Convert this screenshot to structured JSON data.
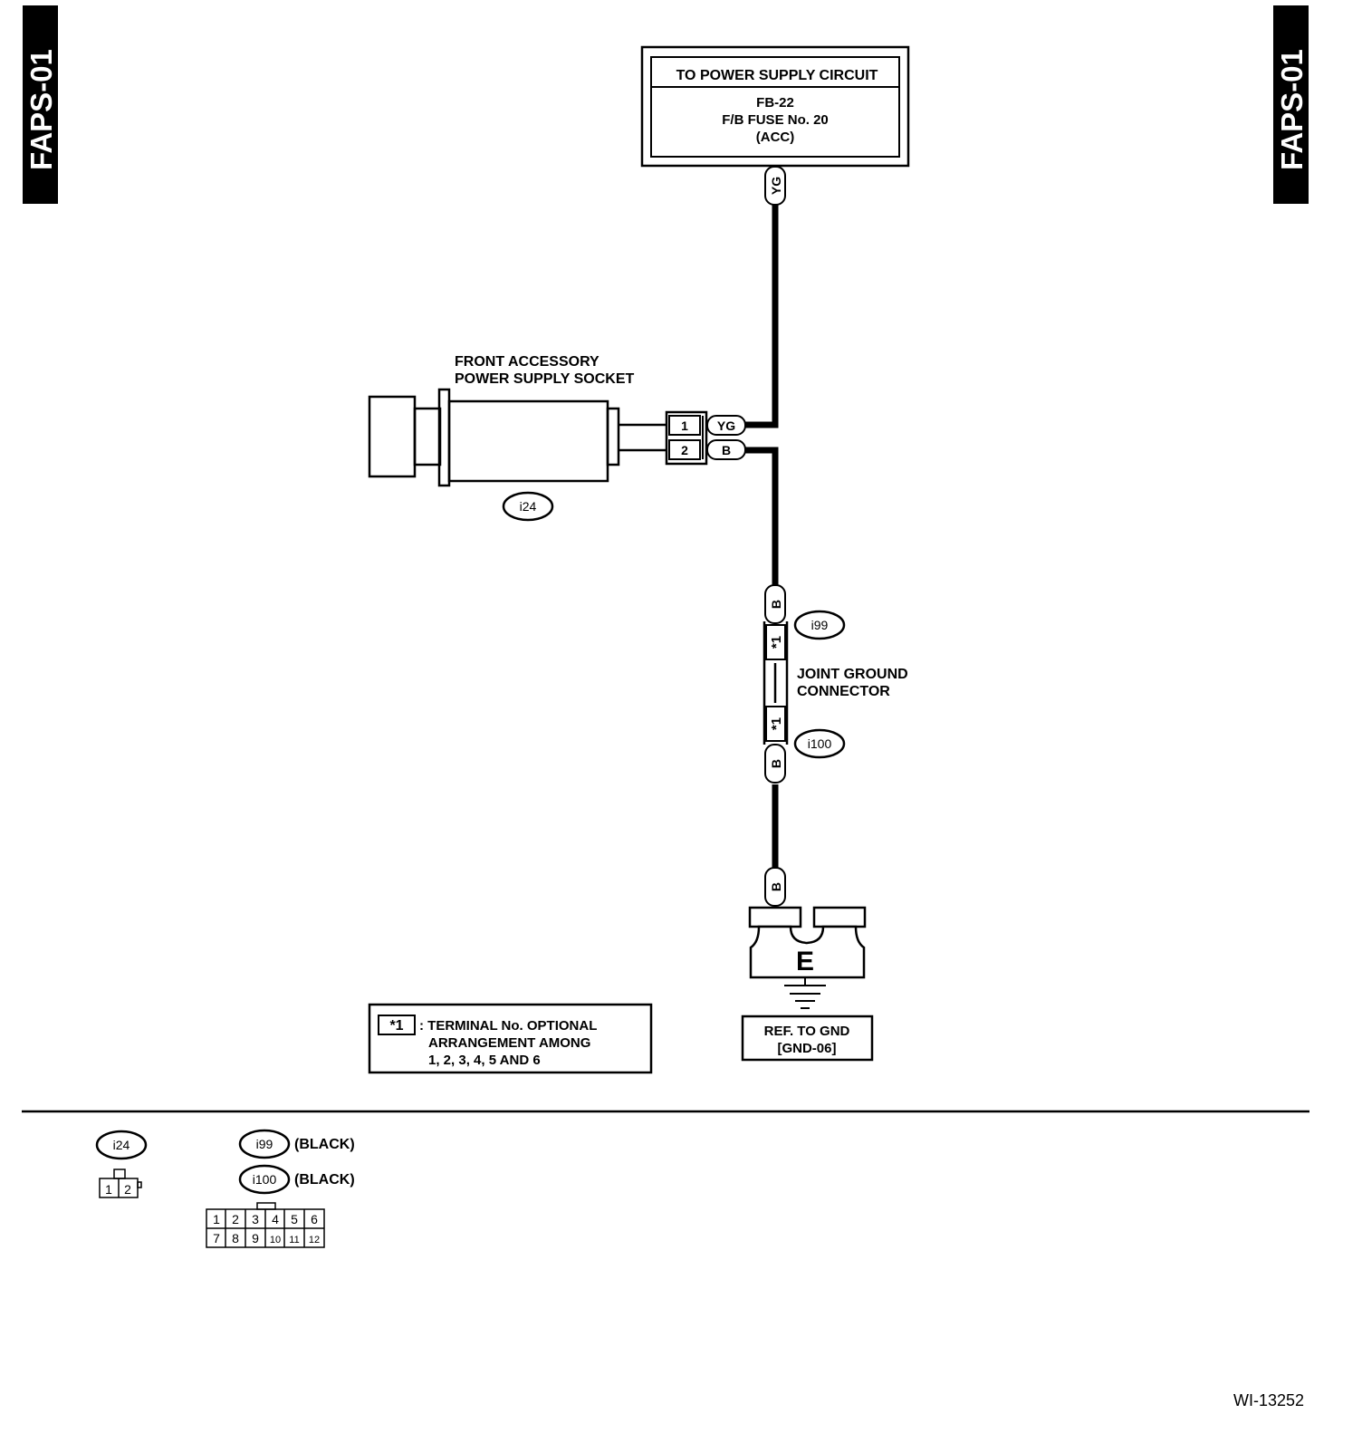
{
  "page_tag": {
    "left": "FAPS-01",
    "right": "FAPS-01"
  },
  "power_supply_box": {
    "title": "TO POWER SUPPLY CIRCUIT",
    "line1": "FB-22",
    "line2": "F/B FUSE No. 20",
    "line3": "(ACC)"
  },
  "wires": {
    "top_color": "YG",
    "pin1_color": "YG",
    "pin2_color": "B",
    "ground_upper_color": "B",
    "ground_lower_color": "B",
    "ground_terminal_color": "B"
  },
  "socket": {
    "label_line1": "FRONT ACCESSORY",
    "label_line2": "POWER SUPPLY SOCKET",
    "connector_id": "i24",
    "pin1": "1",
    "pin2": "2"
  },
  "joint_connector": {
    "label_line1": "JOINT GROUND",
    "label_line2": "CONNECTOR",
    "upper_id": "i99",
    "lower_id": "i100",
    "terminal_mark": "*1"
  },
  "ground": {
    "symbol_letter": "E",
    "ref_line1": "REF. TO GND",
    "ref_line2": "[GND-06]"
  },
  "note": {
    "mark": "*1",
    "line1": ": TERMINAL No. OPTIONAL",
    "line2": "ARRANGEMENT AMONG",
    "line3": "1, 2, 3, 4, 5 AND 6"
  },
  "legend": {
    "i24_id": "i24",
    "i24_pins": [
      "1",
      "2"
    ],
    "i99_id": "i99",
    "i99_color": "(BLACK)",
    "i100_id": "i100",
    "i100_color": "(BLACK)",
    "twelve_pin_rows": [
      [
        "1",
        "2",
        "3",
        "4",
        "5",
        "6"
      ],
      [
        "7",
        "8",
        "9",
        "10",
        "11",
        "12"
      ]
    ]
  },
  "figure_id": "WI-13252"
}
